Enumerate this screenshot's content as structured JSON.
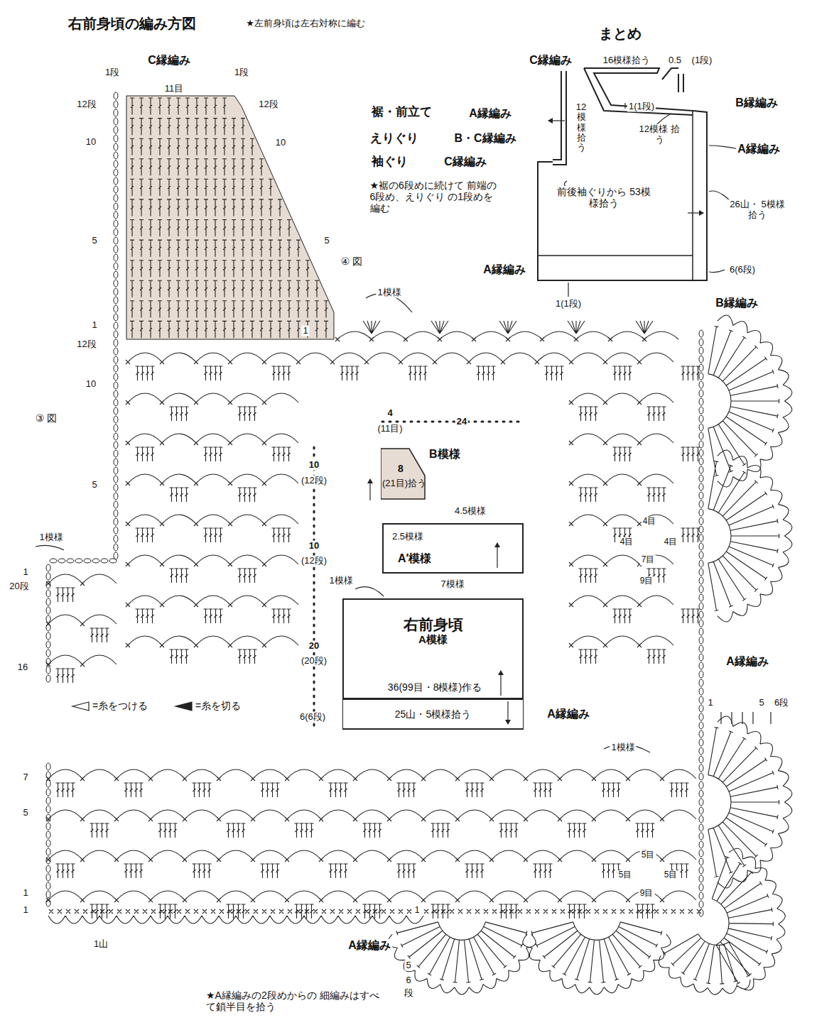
{
  "diagram": {
    "title": "右前身頃の編み方図",
    "nodes": [
      {
        "text": [
          "B模様",
          "8",
          "(21目)拾う"
        ]
      },
      {
        "text": [
          "A′模様"
        ]
      },
      {
        "text": [
          "右前身頃",
          "A模様"
        ]
      },
      {
        "text": [
          "25山・5模様拾う"
        ]
      }
    ],
    "labels": [
      "★左前身頃は左右対称に編む",
      "C縁編み",
      "1段",
      "1段",
      "11目",
      "12段",
      "12段",
      "10",
      "10",
      "5",
      "5",
      "④ 図",
      "1模様",
      "B縁編み",
      "1",
      "1",
      "12段",
      "10",
      "③ 図",
      "5",
      "1模様",
      "1",
      "20段",
      "16",
      "裾・前立て",
      "A縁編み",
      "えりぐり",
      "B・C縁編み",
      "袖ぐり",
      "C縁編み",
      "★裾の6段めに続けて 前端の6段め、えりぐり の1段めを編む",
      "4",
      "(11目)",
      "24",
      "10",
      "(12段)",
      "10",
      "(12段)",
      "2.5模様",
      "4.5模様",
      "7模様",
      "1模様",
      "20",
      "(20段)",
      "36(99目・8模様)作る",
      "6(6段)",
      "A縁編み",
      "4目",
      "4目",
      "4目",
      "7目",
      "9目",
      "A縁編み",
      "1",
      "5",
      "6段",
      "1模様",
      "7",
      "5",
      "5目",
      "5目",
      "5目",
      "9目",
      "1",
      "1",
      "1",
      "1山",
      "A縁編み",
      "5",
      "6",
      "段",
      "★A縁編みの2段めからの 細編みはすべて鎖半目を拾う",
      "まとめ",
      "C縁編み",
      "16模様拾う",
      "0.5",
      "(1段)",
      "12模様拾う",
      "1(1段)",
      "12模様 拾う",
      "B縁編み",
      "A縁編み",
      "前後袖ぐりから 53模様拾う",
      "26山・ 5模様拾う",
      "A縁編み",
      "6(6段)",
      "1(1段)"
    ],
    "legend": [
      {
        "text": "=糸をつける"
      },
      {
        "text": "=糸を切る"
      }
    ]
  }
}
